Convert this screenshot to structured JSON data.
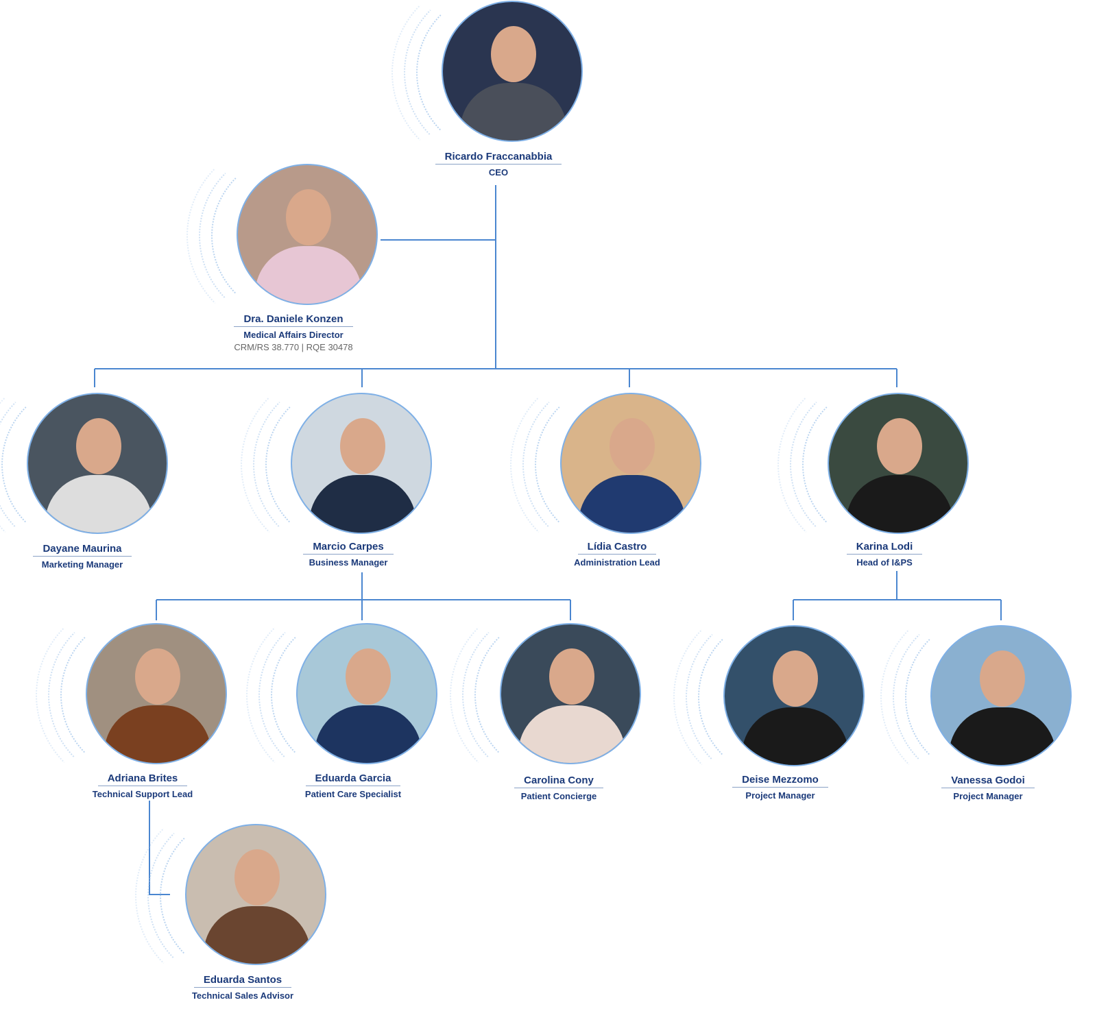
{
  "line_color": "#4a86d0",
  "people": {
    "ceo": {
      "name": "Ricardo Fraccanabbia",
      "title": "CEO"
    },
    "daniele": {
      "name": "Dra. Daniele Konzen",
      "title": "Medical Affairs Director",
      "extra": "CRM/RS 38.770 | RQE 30478"
    },
    "dayane": {
      "name": "Dayane Maurina",
      "title": "Marketing Manager"
    },
    "marcio": {
      "name": "Marcio Carpes",
      "title": "Business Manager"
    },
    "lidia": {
      "name": "Lídia Castro",
      "title": "Administration Lead"
    },
    "karina": {
      "name": "Karina Lodi",
      "title": "Head of I&PS"
    },
    "adriana": {
      "name": "Adriana Brites",
      "title": "Technical Support Lead"
    },
    "eduarda_garcia": {
      "name": "Eduarda Garcia",
      "title": "Patient Care Specialist"
    },
    "carolina": {
      "name": "Carolina Cony",
      "title": "Patient Concierge"
    },
    "deise": {
      "name": "Deise Mezzomo",
      "title": "Project Manager"
    },
    "vanessa": {
      "name": "Vanessa Godoi",
      "title": "Project Manager"
    },
    "eduarda_santos": {
      "name": "Eduarda Santos",
      "title": "Technical Sales Advisor"
    }
  }
}
